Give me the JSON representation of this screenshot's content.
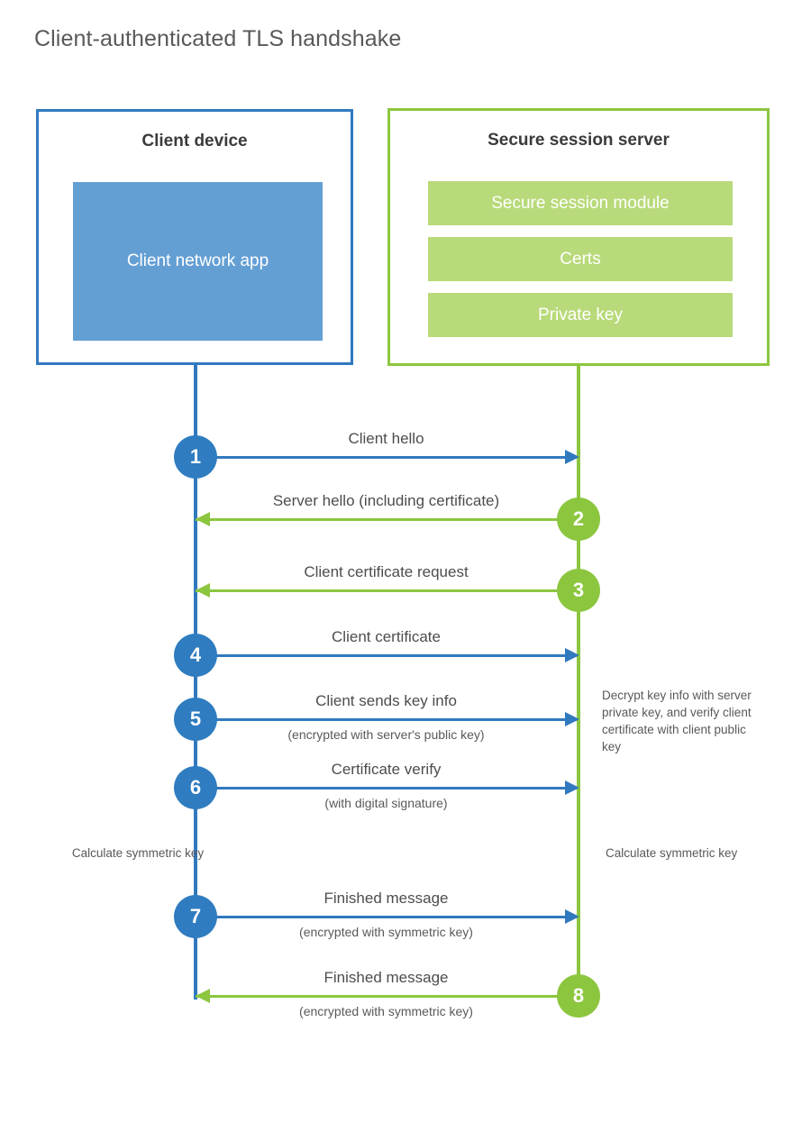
{
  "title": "Client-authenticated TLS handshake",
  "colors": {
    "client_accent": "#3179be",
    "client_app_fill": "#649fd4",
    "server_accent": "#8cc63f",
    "server_bar_fill": "#b8da7a",
    "text": "#58595b",
    "heading": "#3b3b3d"
  },
  "client": {
    "title": "Client device",
    "app_label": "Client network app"
  },
  "server": {
    "title": "Secure session server",
    "bars": [
      {
        "label": "Secure session module"
      },
      {
        "label": "Certs"
      },
      {
        "label": "Private key"
      }
    ]
  },
  "notes": {
    "server_decrypt": "Decrypt key info with server private key, and verify client certificate with client public key",
    "client_calculate": "Calculate symmetric key",
    "server_calculate": "Calculate symmetric key"
  },
  "steps": [
    {
      "number": "1",
      "label": "Client hello",
      "sublabel": "",
      "direction": "client-to-server"
    },
    {
      "number": "2",
      "label": "Server hello (including certificate)",
      "sublabel": "",
      "direction": "server-to-client"
    },
    {
      "number": "3",
      "label": "Client certificate request",
      "sublabel": "",
      "direction": "server-to-client"
    },
    {
      "number": "4",
      "label": "Client certificate",
      "sublabel": "",
      "direction": "client-to-server"
    },
    {
      "number": "5",
      "label": "Client sends key info",
      "sublabel": "(encrypted with server's public key)",
      "direction": "client-to-server"
    },
    {
      "number": "6",
      "label": "Certificate verify",
      "sublabel": "(with digital signature)",
      "direction": "client-to-server"
    },
    {
      "number": "7",
      "label": "Finished message",
      "sublabel": "(encrypted with symmetric key)",
      "direction": "client-to-server"
    },
    {
      "number": "8",
      "label": "Finished message",
      "sublabel": "(encrypted with symmetric key)",
      "direction": "server-to-client"
    }
  ]
}
